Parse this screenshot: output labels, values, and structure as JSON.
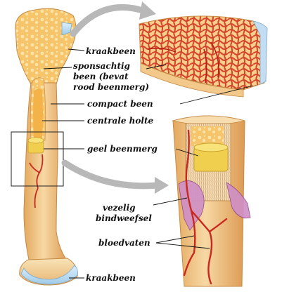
{
  "labels": {
    "kraakbeen_top": "kraakbeen",
    "sponsachtig_1": "sponsachtig",
    "sponsachtig_2": "been (bevat",
    "sponsachtig_3": "rood beenmerg)",
    "compact_been": "compact been",
    "centrale_holte": "centrale holte",
    "geel_beenmerg": "geel beenmerg",
    "vezelig_1": "vezelig",
    "vezelig_2": "bindweefsel",
    "bloedvaten": "bloedvaten",
    "kraakbeen_bottom": "kraakbeen"
  },
  "colors": {
    "bone": "#f2c98a",
    "bone_dark": "#e0a45c",
    "marrow_yellow": "#f5d35a",
    "spongy": "#f0b858",
    "spongy_red": "#d8432a",
    "cartilage": "#bcdcf0",
    "vessel": "#c8281e",
    "fibrous": "#c98ac0",
    "arrow": "#b8b8b8"
  }
}
